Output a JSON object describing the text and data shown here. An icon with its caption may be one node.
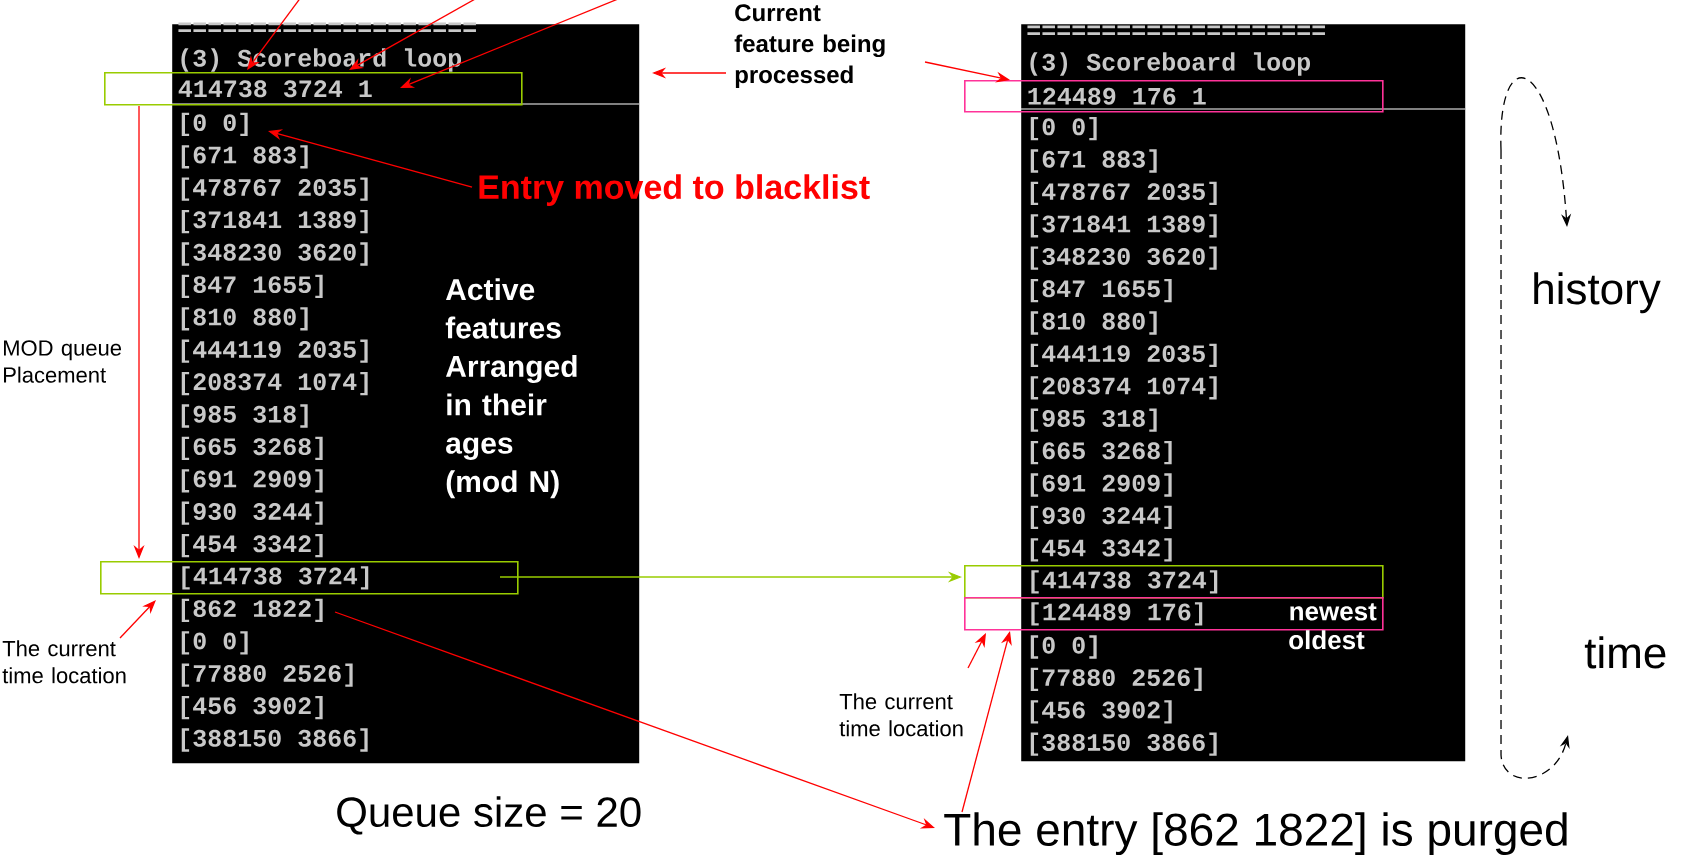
{
  "diagram": {
    "nodes": [
      {
        "text": [],
        "shape": "box"
      },
      {
        "text": [
          "===================="
        ],
        "in": 0
      },
      {
        "text": [
          "(3) Scoreboard loop"
        ],
        "in": 0
      },
      {
        "text": [
          "414738 3724 1"
        ]
      },
      {
        "text": [
          "[0 0]"
        ],
        "in": 0
      },
      {
        "text": [
          "[671 883]"
        ],
        "in": 0
      },
      {
        "text": [
          "[478767 2035]"
        ],
        "in": 0
      },
      {
        "text": [
          "[371841 1389]"
        ],
        "in": 0
      },
      {
        "text": [
          "[348230 3620]"
        ],
        "in": 0
      },
      {
        "text": [
          "[847 1655]"
        ],
        "in": 0
      },
      {
        "text": [
          "[810 880]"
        ],
        "in": 0
      },
      {
        "text": [
          "[444119 2035]"
        ],
        "in": 0
      },
      {
        "text": [
          "[208374 1074]"
        ],
        "in": 0
      },
      {
        "text": [
          "[985 318]"
        ],
        "in": 0
      },
      {
        "text": [
          "[665 3268]"
        ],
        "in": 0
      },
      {
        "text": [
          "[691 2909]"
        ],
        "in": 0
      },
      {
        "text": [
          "[930 3244]"
        ],
        "in": 0
      },
      {
        "text": [
          "[454 3342]"
        ],
        "in": 0
      },
      {
        "text": [
          "[414738 3724]"
        ]
      },
      {
        "text": [
          "[862 1822]"
        ],
        "in": 0
      },
      {
        "text": [
          "[0 0]"
        ],
        "in": 0
      },
      {
        "text": [
          "[77880 2526]"
        ],
        "in": 0
      },
      {
        "text": [
          "[456 3902]"
        ],
        "in": 0
      },
      {
        "text": [
          "[388150 3866]"
        ],
        "in": 0
      },
      {
        "text": [],
        "shape": "box"
      },
      {
        "text": [
          "===================="
        ],
        "in": 24
      },
      {
        "text": [
          "(3) Scoreboard loop"
        ],
        "in": 24
      },
      {
        "text": [
          "124489 176 1"
        ]
      },
      {
        "text": [
          "[0 0]"
        ],
        "in": 24
      },
      {
        "text": [
          "[671 883]"
        ],
        "in": 24
      },
      {
        "text": [
          "[478767 2035]"
        ],
        "in": 24
      },
      {
        "text": [
          "[371841 1389]"
        ],
        "in": 24
      },
      {
        "text": [
          "[348230 3620]"
        ],
        "in": 24
      },
      {
        "text": [
          "[847 1655]"
        ],
        "in": 24
      },
      {
        "text": [
          "[810 880]"
        ],
        "in": 24
      },
      {
        "text": [
          "[444119 2035]"
        ],
        "in": 24
      },
      {
        "text": [
          "[208374 1074]"
        ],
        "in": 24
      },
      {
        "text": [
          "[985 318]"
        ],
        "in": 24
      },
      {
        "text": [
          "[665 3268]"
        ],
        "in": 24
      },
      {
        "text": [
          "[691 2909]"
        ],
        "in": 24
      },
      {
        "text": [
          "[930 3244]"
        ],
        "in": 24
      },
      {
        "text": [
          "[454 3342]"
        ],
        "in": 24
      },
      {
        "text": [
          "[414738 3724]"
        ]
      },
      {
        "text": [
          "[124489 176]",
          "newest"
        ]
      },
      {
        "text": [
          "[0 0]"
        ],
        "in": 24
      },
      {
        "text": [
          "[77880 2526]"
        ],
        "in": 24
      },
      {
        "text": [
          "[456 3902]"
        ],
        "in": 24
      },
      {
        "text": [
          "[388150 3866]"
        ],
        "in": 24
      },
      {
        "text": [
          "Current feature being processed"
        ]
      },
      {
        "text": [
          "Entry moved to blacklist"
        ]
      },
      {
        "text": [
          "The current time location"
        ]
      },
      {
        "text": [
          "The current time location"
        ]
      },
      {
        "text": [
          "The entry [862 1822] is purged"
        ]
      }
    ],
    "edges": [
      {
        "from": null,
        "to": 2,
        "arrow": "to"
      },
      {
        "from": null,
        "to": 2,
        "arrow": "to"
      },
      {
        "from": null,
        "to": 3,
        "arrow": "to"
      },
      {
        "from": 48,
        "to": 0,
        "arrow": "to"
      },
      {
        "from": 48,
        "to": 27,
        "arrow": "to"
      },
      {
        "from": 49,
        "to": 4,
        "arrow": "to"
      },
      {
        "from": 3,
        "to": 18,
        "arrow": "to"
      },
      {
        "from": 50,
        "to": 18,
        "arrow": "to"
      },
      {
        "from": 18,
        "to": 42,
        "arrow": "to",
        "color": "#99cc00"
      },
      {
        "from": 19,
        "to": 52,
        "arrow": "to"
      },
      {
        "from": 52,
        "to": 43,
        "arrow": "to"
      },
      {
        "from": 51,
        "to": 43,
        "arrow": "to"
      }
    ],
    "labels": [
      "Active features Arranged in their ages (mod N)",
      "MOD queue Placement",
      "history",
      "oldest",
      "time",
      "Queue size = 20"
    ]
  }
}
